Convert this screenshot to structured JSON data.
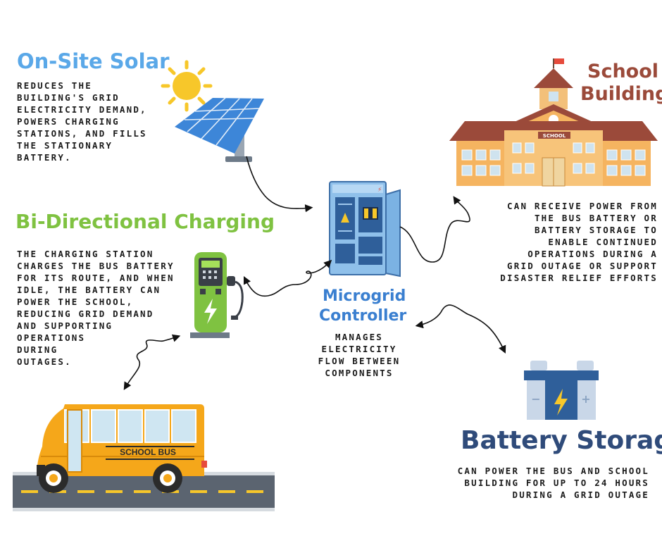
{
  "solar": {
    "title": "On-Site Solar",
    "description": "REDUCES THE\nBUILDING'S GRID\nELECTRICITY DEMAND,\nPOWERS CHARGING\nSTATIONS, AND FILLS\nTHE STATIONARY\nBATTERY.",
    "color": "#5aa8e8"
  },
  "school": {
    "title_line1": "School",
    "title_line2": "Building",
    "sign_label": "SCHOOL",
    "description": "CAN RECEIVE POWER FROM\nTHE BUS BATTERY OR\nBATTERY STORAGE TO\nENABLE CONTINUED\nOPERATIONS DURING A\nGRID OUTAGE OR SUPPORT\nDISASTER RELIEF EFFORTS",
    "color": "#9b4a3a"
  },
  "charging": {
    "title": "Bi-Directional Charging",
    "description": "THE CHARGING STATION\nCHARGES THE BUS BATTERY\nFOR ITS ROUTE, AND WHEN\nIDLE, THE BATTERY CAN\nPOWER THE SCHOOL,\nREDUCING GRID DEMAND\nAND SUPPORTING\nOPERATIONS\nDURING\nOUTAGES.",
    "color": "#7fc241"
  },
  "controller": {
    "title_line1": "Microgrid",
    "title_line2": "Controller",
    "description": "MANAGES\nELECTRICITY\nFLOW BETWEEN\nCOMPONENTS",
    "color": "#3a7fd0"
  },
  "battery": {
    "title": "Battery Storage",
    "description": "CAN POWER THE BUS AND SCHOOL\nBUILDING FOR UP TO 24 HOURS\nDURING A GRID OUTAGE",
    "color": "#2f4b7a",
    "minus": "−",
    "plus": "+"
  },
  "bus": {
    "label": "SCHOOL BUS",
    "color": "#f5a71a"
  },
  "icons": [
    "sun-icon",
    "solar-panel-icon",
    "school-building-icon",
    "charging-station-icon",
    "microgrid-controller-icon",
    "battery-icon",
    "school-bus-icon",
    "road-icon",
    "arrow-icon"
  ]
}
